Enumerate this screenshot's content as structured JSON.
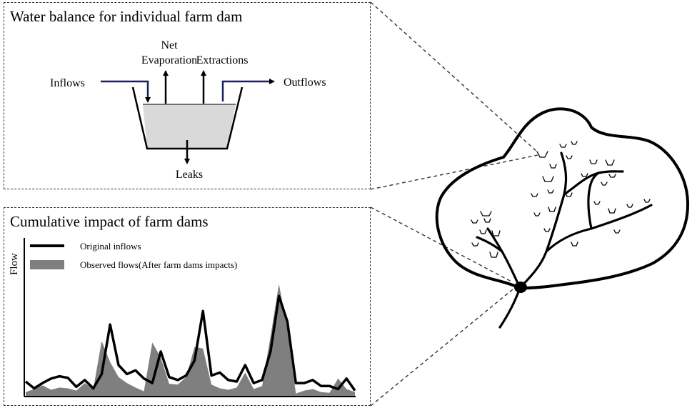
{
  "top_panel": {
    "title": "Water balance for individual farm dam",
    "labels": {
      "inflows": "Inflows",
      "net_evaporation_line1": "Net",
      "net_evaporation_line2": "Evaporation",
      "extractions": "Extractions",
      "outflows": "Outflows",
      "leaks": "Leaks"
    }
  },
  "bottom_panel": {
    "title": "Cumulative impact of farm dams",
    "y_axis_label": "Flow",
    "legend": {
      "original": "Original inflows",
      "observed": "Observed flows(After farm dams impacts)"
    }
  },
  "colors": {
    "observed_fill": "#7f7f7f",
    "dam_water": "#d9d9d9",
    "line": "#000000"
  },
  "chart_data": {
    "type": "line",
    "title": "Cumulative impact of farm dams",
    "xlabel": "",
    "ylabel": "Flow",
    "x": [
      0,
      1,
      2,
      3,
      4,
      5,
      6,
      7,
      8,
      9,
      10,
      11,
      12,
      13,
      14,
      15,
      16,
      17,
      18,
      19,
      20,
      21,
      22,
      23,
      24,
      25,
      26,
      27,
      28,
      29,
      30,
      31,
      32,
      33,
      34,
      35,
      36,
      37,
      38,
      39
    ],
    "ylim": [
      0,
      10
    ],
    "series": [
      {
        "name": "Original inflows",
        "values": [
          1.0,
          0.55,
          0.9,
          1.2,
          1.35,
          1.25,
          0.65,
          1.1,
          0.55,
          1.5,
          4.8,
          2.1,
          1.5,
          1.75,
          1.2,
          0.9,
          3.0,
          1.3,
          1.1,
          1.4,
          2.4,
          5.7,
          1.4,
          1.6,
          1.1,
          1.0,
          2.1,
          0.9,
          1.1,
          3.0,
          6.7,
          5.0,
          0.9,
          0.9,
          1.1,
          0.7,
          0.7,
          0.5,
          1.2,
          0.4
        ]
      },
      {
        "name": "Observed flows(After farm dams impacts)",
        "values": [
          0.3,
          0.5,
          0.75,
          0.45,
          0.6,
          0.55,
          0.4,
          0.9,
          0.5,
          3.7,
          2.3,
          1.3,
          0.9,
          0.6,
          0.35,
          3.6,
          2.6,
          0.85,
          0.8,
          1.3,
          3.3,
          3.2,
          0.8,
          0.55,
          0.45,
          0.6,
          1.6,
          0.5,
          0.7,
          4.0,
          7.5,
          4.5,
          0.2,
          0.4,
          0.5,
          0.3,
          0.25,
          1.2,
          0.5,
          0.3
        ]
      }
    ]
  }
}
